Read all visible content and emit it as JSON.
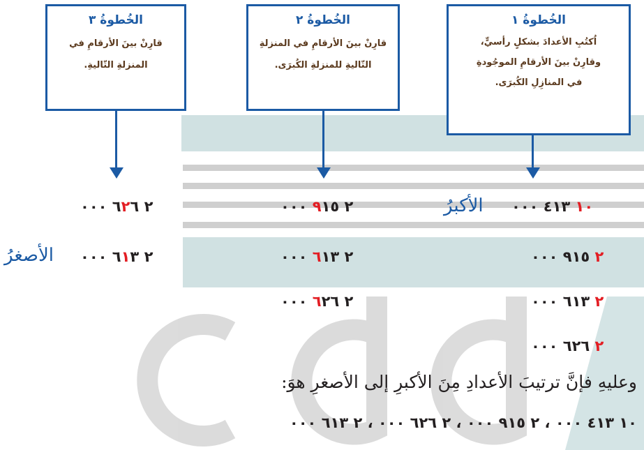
{
  "steps": [
    {
      "title": "الخُطوةُ ١",
      "lines": [
        "اُكتُبِ الأعدادَ بشكلٍ رأسيٍّ،",
        "وقارِنْ بينَ الأرقامِ الموجُودةِ",
        "في المنازِلِ الكُبرَى."
      ]
    },
    {
      "title": "الخُطوةُ ٢",
      "lines": [
        "قارِنْ بينَ الأرقامِ في المنزلةِ",
        "التّاليةِ للمنزلةِ الكُبرَى."
      ]
    },
    {
      "title": "الخُطوةُ ٣",
      "lines": [
        "قارِنْ بينَ الأرقامِ في",
        "المنزلةِ التّاليةِ."
      ]
    }
  ],
  "col1": [
    {
      "hl": "١٠",
      "rest": " ٤١٣ ٠٠٠"
    },
    {
      "hl": "٢",
      "rest": " ٩١٥ ٠٠٠"
    },
    {
      "hl": "٢",
      "rest": " ٦١٣ ٠٠٠"
    },
    {
      "hl": "٢",
      "rest": " ٦٢٦ ٠٠٠"
    }
  ],
  "col2": [
    {
      "pre": "٢ ",
      "hl": "٩",
      "rest": "١٥ ٠٠٠"
    },
    {
      "pre": "٢ ",
      "hl": "٦",
      "rest": "١٣ ٠٠٠"
    },
    {
      "pre": "٢ ",
      "hl": "٦",
      "rest": "٢٦ ٠٠٠"
    }
  ],
  "col3": [
    {
      "pre": "٢ ٦",
      "hl": "٢",
      "rest": "٦ ٠٠٠"
    },
    {
      "pre": "٢ ٦",
      "hl": "١",
      "rest": "٣ ٠٠٠"
    }
  ],
  "labels": {
    "largest": "الأكبرُ",
    "smallest": "الأصغرُ"
  },
  "conclusion": "وعليهِ فإنَّ ترتيبَ الأعدادِ مِنَ الأكبرِ إلى الأصغرِ هوَ:",
  "result": "١٠ ٤١٣ ٠٠٠ ، ٢ ٩١٥ ٠٠٠ ، ٢ ٦٢٦ ٠٠٠ ، ٢ ٦١٣ ٠٠٠",
  "colors": {
    "step_border": "#1b5aa4",
    "highlight": "#e31e24",
    "label": "#1b5aa4"
  }
}
